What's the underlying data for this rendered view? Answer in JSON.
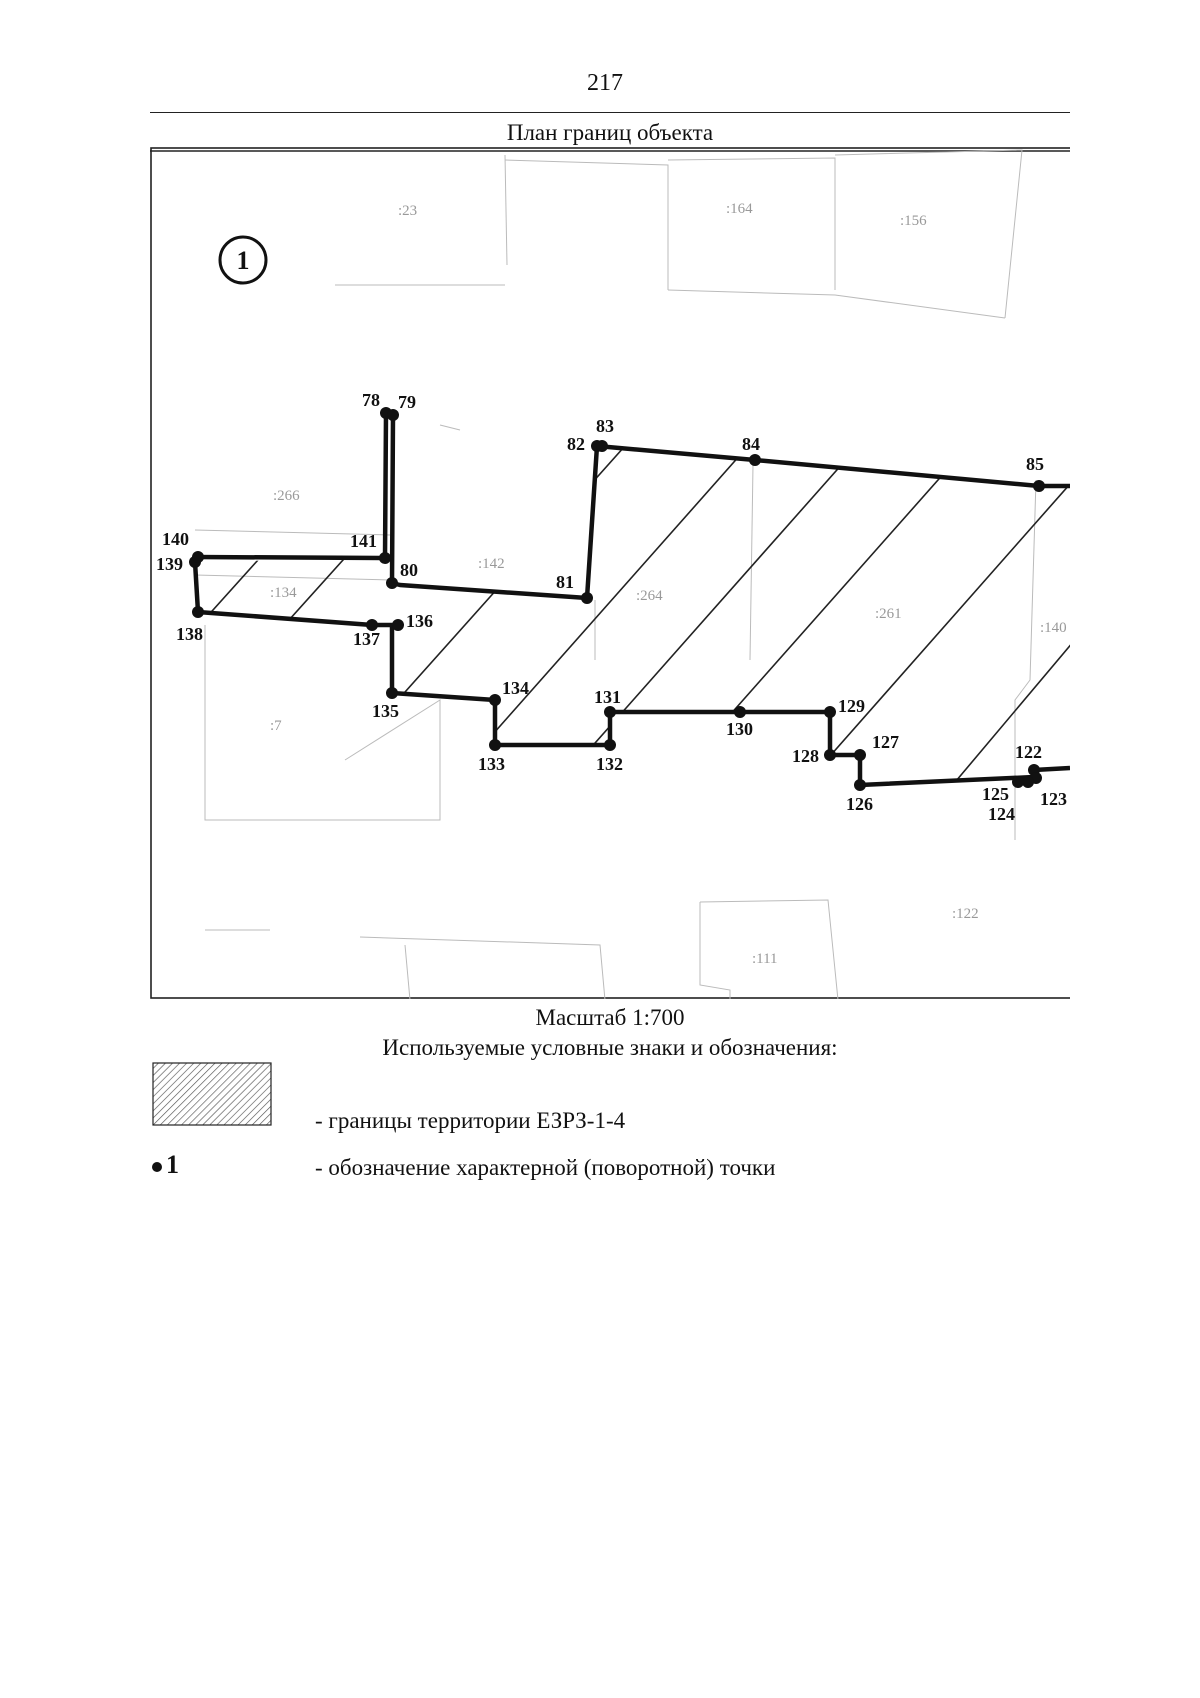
{
  "page_number": "217",
  "map_title": "План границ объекта",
  "sheet_marker": "1",
  "parcels": [
    {
      "id": "p23",
      "label": ":23"
    },
    {
      "id": "p164",
      "label": ":164"
    },
    {
      "id": "p156",
      "label": ":156"
    },
    {
      "id": "p266",
      "label": ":266"
    },
    {
      "id": "p142",
      "label": ":142"
    },
    {
      "id": "p134",
      "label": ":134"
    },
    {
      "id": "p264",
      "label": ":264"
    },
    {
      "id": "p261",
      "label": ":261"
    },
    {
      "id": "p140",
      "label": ":140"
    },
    {
      "id": "p7",
      "label": ":7"
    },
    {
      "id": "p122",
      "label": ":122"
    },
    {
      "id": "p111",
      "label": ":111"
    }
  ],
  "points": [
    {
      "label": "78"
    },
    {
      "label": "79"
    },
    {
      "label": "80"
    },
    {
      "label": "81"
    },
    {
      "label": "82"
    },
    {
      "label": "83"
    },
    {
      "label": "84"
    },
    {
      "label": "85"
    },
    {
      "label": "122"
    },
    {
      "label": "123"
    },
    {
      "label": "124"
    },
    {
      "label": "125"
    },
    {
      "label": "126"
    },
    {
      "label": "127"
    },
    {
      "label": "128"
    },
    {
      "label": "129"
    },
    {
      "label": "130"
    },
    {
      "label": "131"
    },
    {
      "label": "132"
    },
    {
      "label": "133"
    },
    {
      "label": "134"
    },
    {
      "label": "135"
    },
    {
      "label": "136"
    },
    {
      "label": "137"
    },
    {
      "label": "138"
    },
    {
      "label": "139"
    },
    {
      "label": "140"
    },
    {
      "label": "141"
    }
  ],
  "scale": "Масштаб 1:700",
  "legend": {
    "title": "Используемые условные знаки и обозначения:",
    "territory_text": "- границы территории ЕЗРЗ-1-4",
    "point_symbol_label": "1",
    "point_text": "- обозначение характерной (поворотной) точки"
  }
}
